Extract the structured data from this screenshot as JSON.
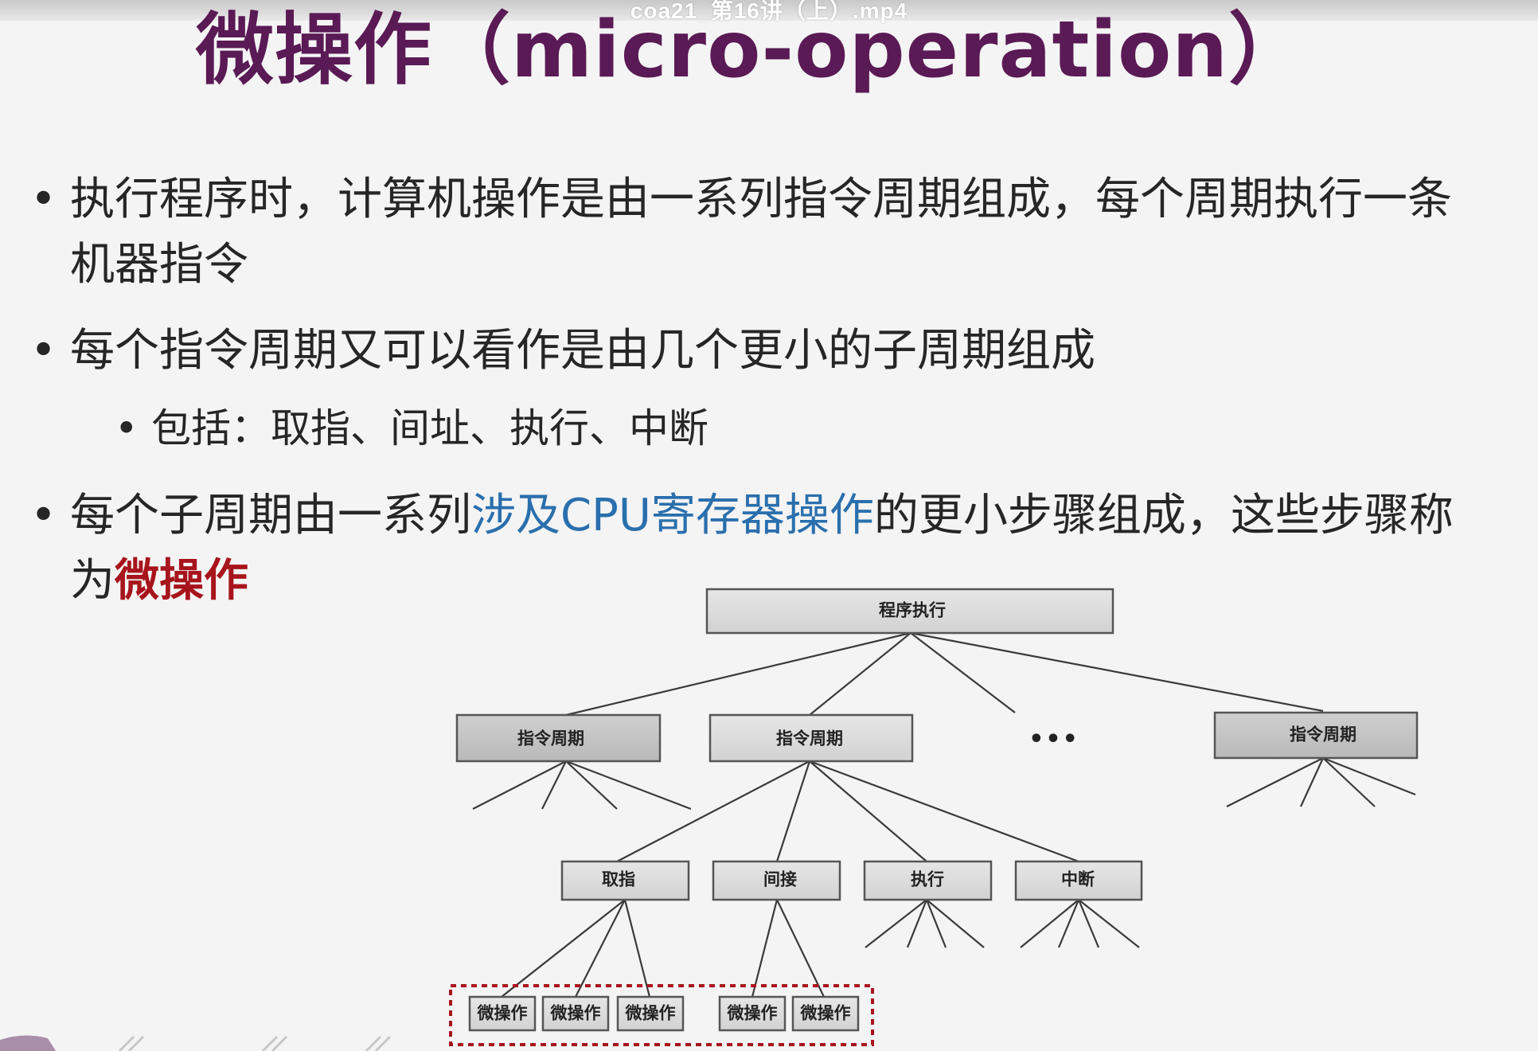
{
  "video": {
    "title": "coa21_第16讲（上）.mp4"
  },
  "slide": {
    "title": "微操作（micro-operation）",
    "bullet1": "执行程序时，计算机操作是由一系列指令周期组成，每个周期执行一条机器指令",
    "bullet2": "每个指令周期又可以看作是由几个更小的子周期组成",
    "bullet2_sub": "包括：取指、间址、执行、中断",
    "bullet3_part1": "每个子周期由一系列",
    "bullet3_highlight": "涉及CPU寄存器操作",
    "bullet3_part2": "的更小步骤组成，这些步骤称为",
    "bullet3_emphasis": "微操作",
    "bullet_symbol": "•"
  },
  "diagram": {
    "root": "程序执行",
    "instruction_cycles": [
      "指令周期",
      "指令周期",
      "指令周期"
    ],
    "ellipsis": "•••",
    "subcycles": [
      "取指",
      "间接",
      "执行",
      "中断"
    ],
    "micro_ops": [
      "微操作",
      "微操作",
      "微操作",
      "微操作",
      "微操作"
    ],
    "highlight_color": "#a8141c"
  }
}
